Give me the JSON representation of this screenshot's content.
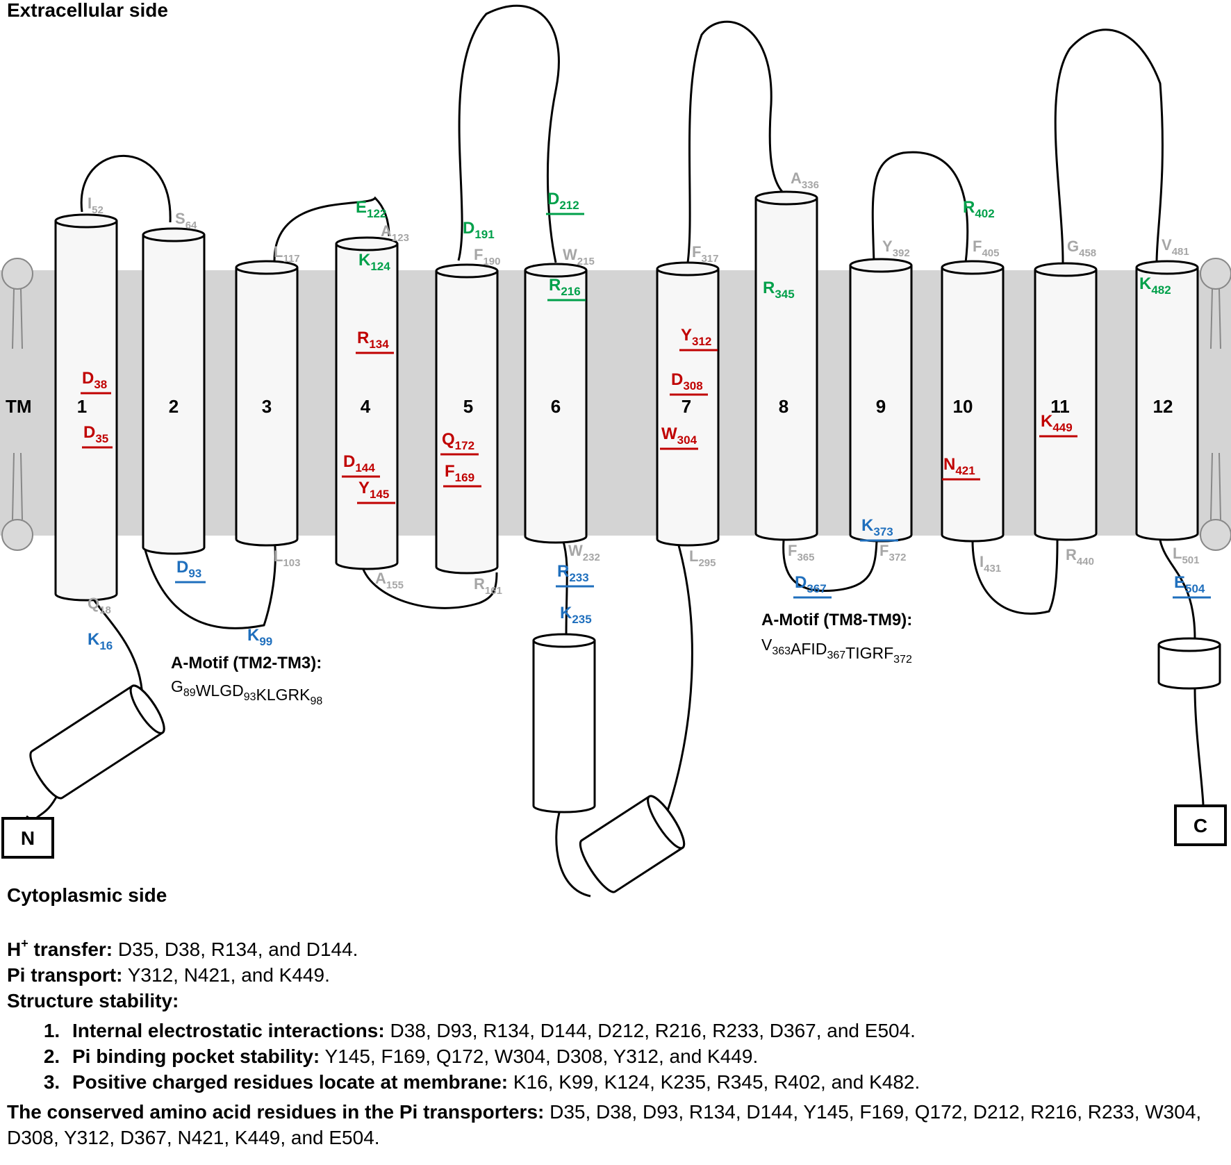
{
  "labels": {
    "extracellular": "Extracellular side",
    "cytoplasmic": "Cytoplasmic side",
    "tm": "TM",
    "n_term": "N",
    "c_term": "C"
  },
  "colors": {
    "membrane": "#d4d4d4",
    "red": "#c00000",
    "green": "#00a04a",
    "blue": "#1f6fbd",
    "gray": "#a6a6a6"
  },
  "helix_numbers": [
    "1",
    "2",
    "3",
    "4",
    "5",
    "6",
    "7",
    "8",
    "9",
    "10",
    "11",
    "12"
  ],
  "motifs": {
    "a1": {
      "title": "A-Motif (TM2-TM3):",
      "seq": "G89WLGD93KLGRK98"
    },
    "a2": {
      "title": "A-Motif (TM8-TM9):",
      "seq": "V363AFID367TIGRF372"
    }
  },
  "residues": {
    "red": [
      "D38",
      "D35",
      "R134",
      "D144",
      "Y145",
      "Q172",
      "F169",
      "Y312",
      "D308",
      "W304",
      "N421",
      "K449"
    ],
    "green": [
      "E122",
      "K124",
      "D191",
      "D212",
      "R216",
      "R345",
      "R402",
      "K482"
    ],
    "blue": [
      "K16",
      "D93",
      "K99",
      "R233",
      "K235",
      "D367",
      "K373",
      "E504"
    ],
    "gray": [
      "I52",
      "S64",
      "L117",
      "A123",
      "F190",
      "W215",
      "A336",
      "F317",
      "Y392",
      "F405",
      "G458",
      "V481",
      "Q18",
      "L103",
      "A155",
      "R161",
      "W232",
      "L295",
      "F365",
      "F372",
      "I431",
      "R440",
      "L501"
    ]
  },
  "legend": {
    "h_transfer_label": "H",
    "h_transfer_sup": "+",
    "h_transfer_label_rest": " transfer:",
    "h_transfer_text": " D35, D38, R134, and D144.",
    "pi_transport_label": "Pi transport:",
    "pi_transport_text": " Y312, N421, and K449.",
    "structure_label": "Structure stability:",
    "items": [
      {
        "label": "Internal electrostatic interactions:",
        "text": " D38, D93, R134, D144, D212, R216, R233, D367, and E504."
      },
      {
        "label": "Pi binding pocket stability:",
        "text": " Y145, F169, Q172, W304, D308, Y312, and K449."
      },
      {
        "label": "Positive charged residues locate at membrane:",
        "text": " K16, K99, K124, K235, R345, R402, and K482."
      }
    ],
    "conserved_label": "The conserved amino acid residues in the Pi transporters:",
    "conserved_text": " D35, D38, D93, R134, D144, Y145, F169, Q172, D212, R216, R233, W304, D308, Y312, D367, N421, K449, and E504."
  }
}
